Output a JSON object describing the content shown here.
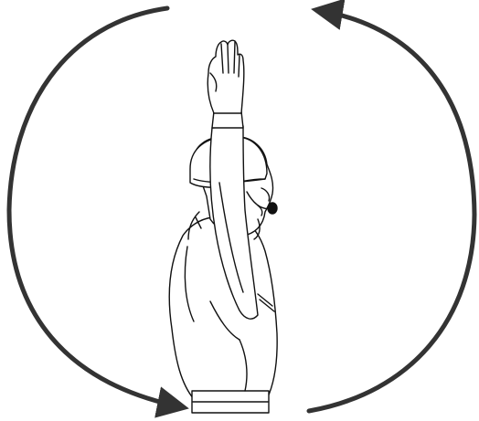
{
  "figure": {
    "icons": {
      "left_arrow": "curved-arrow-counterclockwise-left",
      "right_arrow": "curved-arrow-counterclockwise-right",
      "figure": "person-raised-arm-with-headset"
    },
    "colors": {
      "arrow": "#333333",
      "line": "#111111",
      "background": "#ffffff"
    }
  }
}
